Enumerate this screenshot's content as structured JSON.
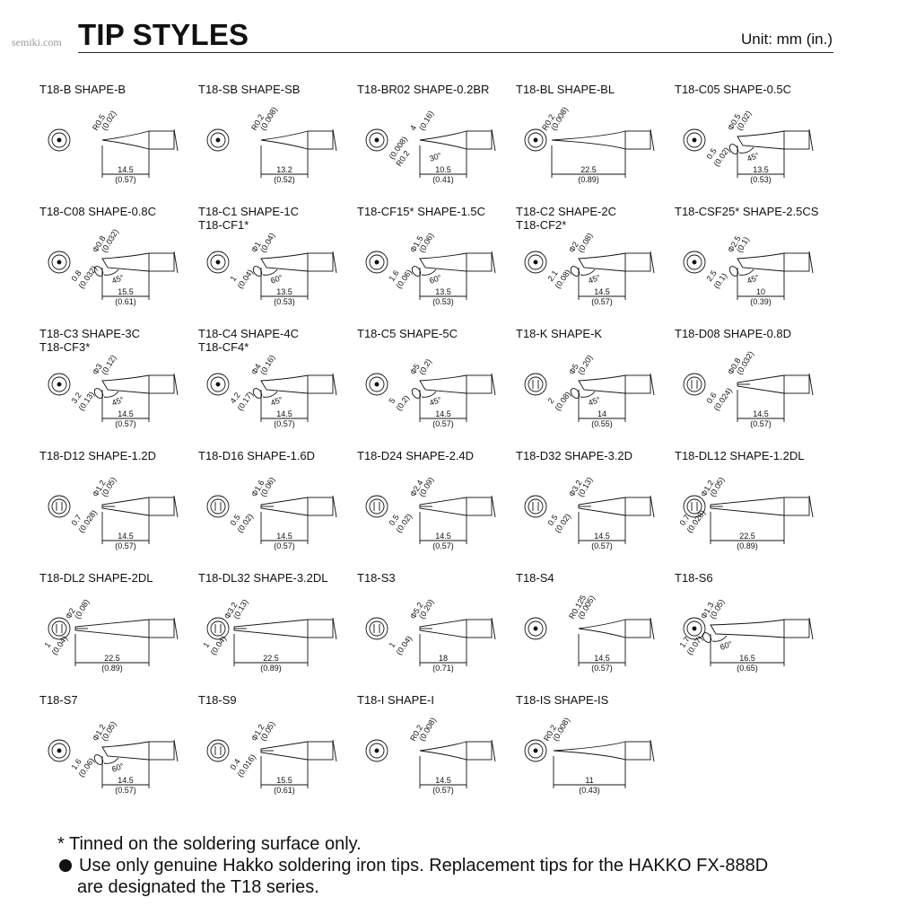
{
  "header": {
    "watermark": "semiki.com",
    "title": "TIP STYLES",
    "unit": "Unit: mm (in.)"
  },
  "tips": [
    {
      "row": 0,
      "col": 0,
      "line1": "T18-B   SHAPE-B",
      "line2": "",
      "shape": "conical",
      "dims": [
        "R0.5",
        "(0.02)",
        "14.5",
        "(0.57)"
      ]
    },
    {
      "row": 0,
      "col": 1,
      "line1": "T18-SB   SHAPE-SB",
      "line2": "",
      "shape": "conical-stepped",
      "dims": [
        "R0.2",
        "(0.008)",
        "13.2",
        "(0.52)"
      ]
    },
    {
      "row": 0,
      "col": 2,
      "line1": "T18-BR02   SHAPE-0.2BR",
      "line2": "",
      "shape": "bent",
      "dims": [
        "4",
        "(0.16)",
        "30°",
        "R0.2",
        "(0.008)",
        "10.5",
        "(0.41)"
      ]
    },
    {
      "row": 0,
      "col": 3,
      "line1": "T18-BL   SHAPE-BL",
      "line2": "",
      "shape": "long-conical",
      "dims": [
        "R0.2",
        "(0.008)",
        "22.5",
        "(0.89)"
      ]
    },
    {
      "row": 0,
      "col": 4,
      "line1": "T18-C05   SHAPE-0.5C",
      "line2": "",
      "shape": "bevel-small",
      "dims": [
        "Φ0.5",
        "(0.02)",
        "0.5",
        "(0.02)",
        "45°",
        "13.5",
        "(0.53)"
      ]
    },
    {
      "row": 1,
      "col": 0,
      "line1": "T18-C08   SHAPE-0.8C",
      "line2": "",
      "shape": "bevel",
      "dims": [
        "Φ0.8",
        "(0.032)",
        "0.8",
        "(0.032)",
        "45°",
        "15.5",
        "(0.61)"
      ]
    },
    {
      "row": 1,
      "col": 1,
      "line1": "T18-C1   SHAPE-1C",
      "line2": "T18-CF1*",
      "shape": "bevel",
      "dims": [
        "Φ1",
        "(0.04)",
        "1",
        "(0.04)",
        "60°",
        "13.5",
        "(0.53)"
      ]
    },
    {
      "row": 1,
      "col": 2,
      "line1": "T18-CF15*   SHAPE-1.5C",
      "line2": "",
      "shape": "bevel",
      "dims": [
        "Φ1.5",
        "(0.06)",
        "1.6",
        "(0.06)",
        "60°",
        "13.5",
        "(0.53)"
      ]
    },
    {
      "row": 1,
      "col": 3,
      "line1": "T18-C2   SHAPE-2C",
      "line2": "T18-CF2*",
      "shape": "bevel",
      "dims": [
        "Φ2",
        "(0.08)",
        "2.1",
        "(0.08)",
        "45°",
        "14.5",
        "(0.57)"
      ]
    },
    {
      "row": 1,
      "col": 4,
      "line1": "T18-CSF25*   SHAPE-2.5CS",
      "line2": "",
      "shape": "bevel-short",
      "dims": [
        "Φ2.5",
        "(0.1)",
        "2.5",
        "(0.1)",
        "45°",
        "10",
        "(0.39)"
      ]
    },
    {
      "row": 2,
      "col": 0,
      "line1": "T18-C3   SHAPE-3C",
      "line2": "T18-CF3*",
      "shape": "bevel-wide",
      "dims": [
        "Φ3",
        "(0.12)",
        "3.2",
        "(0.13)",
        "45°",
        "14.5",
        "(0.57)"
      ]
    },
    {
      "row": 2,
      "col": 1,
      "line1": "T18-C4   SHAPE-4C",
      "line2": "T18-CF4*",
      "shape": "bevel-wide",
      "dims": [
        "Φ4",
        "(0.16)",
        "4.2",
        "(0.17)",
        "45°",
        "14.5",
        "(0.57)"
      ]
    },
    {
      "row": 2,
      "col": 2,
      "line1": "T18-C5   SHAPE-5C",
      "line2": "",
      "shape": "bevel-wide",
      "dims": [
        "Φ5",
        "(0.2)",
        "5",
        "(0.2)",
        "45°",
        "14.5",
        "(0.57)"
      ]
    },
    {
      "row": 2,
      "col": 3,
      "line1": "T18-K   SHAPE-K",
      "line2": "",
      "shape": "knife",
      "dims": [
        "Φ5",
        "(0.20)",
        "2",
        "(0.08)",
        "45°",
        "14",
        "(0.55)"
      ]
    },
    {
      "row": 2,
      "col": 4,
      "line1": "T18-D08   SHAPE-0.8D",
      "line2": "",
      "shape": "chisel",
      "dims": [
        "Φ0.8",
        "(0.032)",
        "0.6",
        "(0.024)",
        "14.5",
        "(0.57)"
      ]
    },
    {
      "row": 3,
      "col": 0,
      "line1": "T18-D12   SHAPE-1.2D",
      "line2": "",
      "shape": "chisel",
      "dims": [
        "Φ1.2",
        "(0.05)",
        "0.7",
        "(0.028)",
        "14.5",
        "(0.57)"
      ]
    },
    {
      "row": 3,
      "col": 1,
      "line1": "T18-D16   SHAPE-1.6D",
      "line2": "",
      "shape": "chisel",
      "dims": [
        "Φ1.6",
        "(0.06)",
        "0.5",
        "(0.02)",
        "14.5",
        "(0.57)"
      ]
    },
    {
      "row": 3,
      "col": 2,
      "line1": "T18-D24   SHAPE-2.4D",
      "line2": "",
      "shape": "chisel",
      "dims": [
        "Φ2.4",
        "(0.09)",
        "0.5",
        "(0.02)",
        "14.5",
        "(0.57)"
      ]
    },
    {
      "row": 3,
      "col": 3,
      "line1": "T18-D32   SHAPE-3.2D",
      "line2": "",
      "shape": "chisel",
      "dims": [
        "Φ3.2",
        "(0.13)",
        "0.5",
        "(0.02)",
        "14.5",
        "(0.57)"
      ]
    },
    {
      "row": 3,
      "col": 4,
      "line1": "T18-DL12   SHAPE-1.2DL",
      "line2": "",
      "shape": "chisel-long",
      "dims": [
        "Φ1.2",
        "(0.05)",
        "0.7",
        "(0.028)",
        "22.5",
        "(0.89)"
      ]
    },
    {
      "row": 4,
      "col": 0,
      "line1": "T18-DL2   SHAPE-2DL",
      "line2": "",
      "shape": "chisel-long",
      "dims": [
        "Φ2",
        "(0.08)",
        "1",
        "(0.04)",
        "22.5",
        "(0.89)"
      ]
    },
    {
      "row": 4,
      "col": 1,
      "line1": "T18-DL32   SHAPE-3.2DL",
      "line2": "",
      "shape": "chisel-long",
      "dims": [
        "Φ3.2",
        "(0.13)",
        "1",
        "(0.04)",
        "22.5",
        "(0.89)"
      ]
    },
    {
      "row": 4,
      "col": 2,
      "line1": "T18-S3",
      "line2": "",
      "shape": "chisel-blunt",
      "dims": [
        "Φ5.2",
        "(0.20)",
        "1",
        "(0.04)",
        "18",
        "(0.71)"
      ]
    },
    {
      "row": 4,
      "col": 3,
      "line1": "T18-S4",
      "line2": "",
      "shape": "conical-bent",
      "dims": [
        "R0.125",
        "(0.005)",
        "14.5",
        "(0.57)"
      ]
    },
    {
      "row": 4,
      "col": 4,
      "line1": "T18-S6",
      "line2": "",
      "shape": "bevel-long",
      "dims": [
        "Φ1.3",
        "(0.05)",
        "1.7",
        "(0.07)",
        "60°",
        "16.5",
        "(0.65)"
      ]
    },
    {
      "row": 5,
      "col": 0,
      "line1": "T18-S7",
      "line2": "",
      "shape": "bevel",
      "dims": [
        "Φ1.2",
        "(0.05)",
        "1.6",
        "(0.06)",
        "60°",
        "14.5",
        "(0.57)"
      ]
    },
    {
      "row": 5,
      "col": 1,
      "line1": "T18-S9",
      "line2": "",
      "shape": "chisel",
      "dims": [
        "Φ1.2",
        "(0.05)",
        "0.4",
        "(0.016)",
        "15.5",
        "(0.61)"
      ]
    },
    {
      "row": 5,
      "col": 2,
      "line1": "T18-I   SHAPE-I",
      "line2": "",
      "shape": "conical",
      "dims": [
        "R0.2",
        "(0.008)",
        "14.5",
        "(0.57)"
      ]
    },
    {
      "row": 5,
      "col": 3,
      "line1": "T18-IS   SHAPE-IS",
      "line2": "",
      "shape": "conical-short",
      "dims": [
        "R0.2",
        "(0.008)",
        "11",
        "(0.43)"
      ]
    }
  ],
  "notes": {
    "asterisk": "* Tinned on the soldering surface only.",
    "bullet_line1": "Use only genuine Hakko soldering iron tips. Replacement tips for the HAKKO FX-888D",
    "bullet_line2": "are designated the T18 series."
  }
}
